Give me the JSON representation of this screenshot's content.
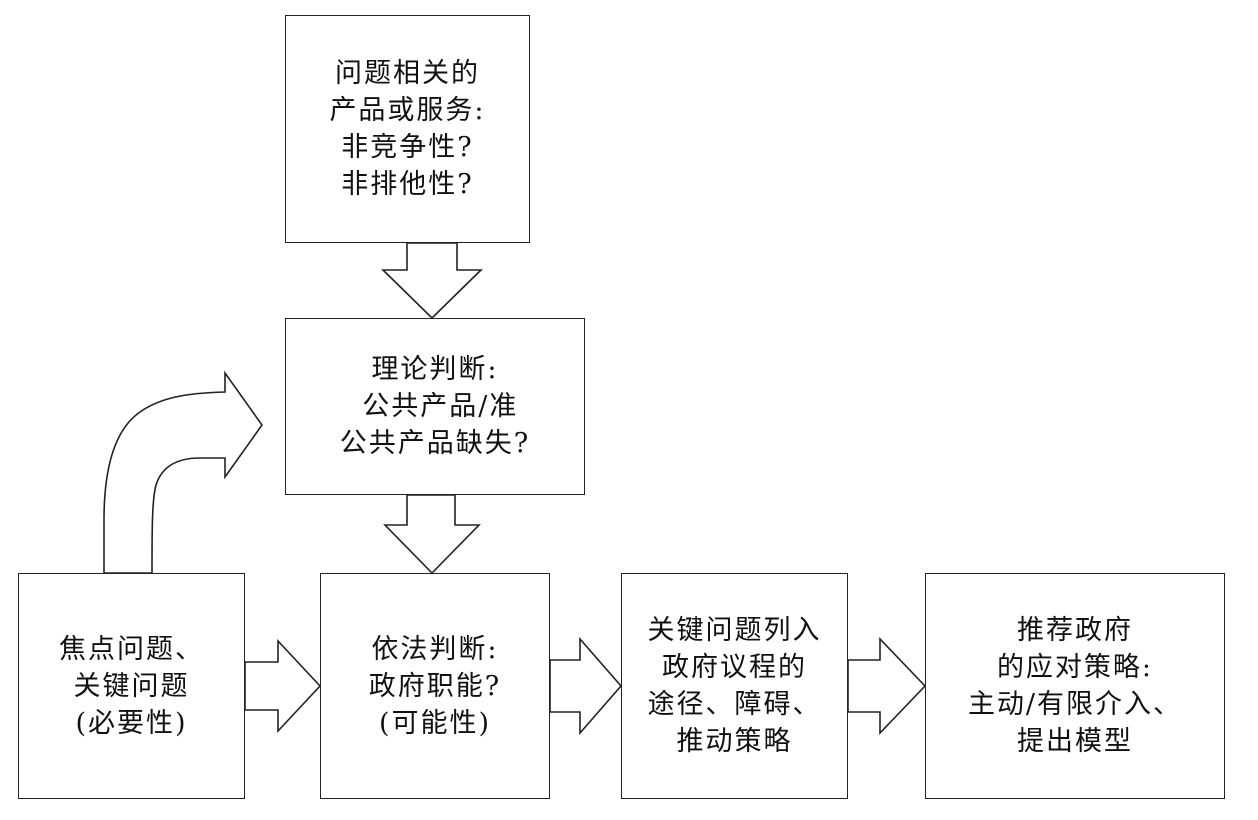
{
  "nodes": {
    "top": {
      "lines": [
        "问题相关的",
        "产品或服务:",
        "非竞争性?",
        "非排他性?"
      ]
    },
    "theory": {
      "lines": [
        "理论判断:",
        " 公共产品/准",
        "公共产品缺失?"
      ]
    },
    "focus": {
      "lines": [
        "焦点问题、",
        "关键问题",
        "(必要性)"
      ]
    },
    "law": {
      "lines": [
        "依法判断:",
        "政府职能?",
        "(可能性)"
      ]
    },
    "key": {
      "lines": [
        "关键问题列入",
        "政府议程的",
        "途径、障碍、",
        "推动策略"
      ]
    },
    "rec": {
      "lines": [
        "推荐政府",
        "的应对策略:",
        "主动/有限介入、",
        "提出模型"
      ]
    }
  },
  "arrows": [
    {
      "from": "top",
      "to": "theory",
      "direction": "down"
    },
    {
      "from": "theory",
      "to": "law",
      "direction": "down"
    },
    {
      "from": "focus",
      "to": "theory",
      "direction": "up-right-curved"
    },
    {
      "from": "focus",
      "to": "law",
      "direction": "right"
    },
    {
      "from": "law",
      "to": "key",
      "direction": "right"
    },
    {
      "from": "key",
      "to": "rec",
      "direction": "right"
    }
  ]
}
